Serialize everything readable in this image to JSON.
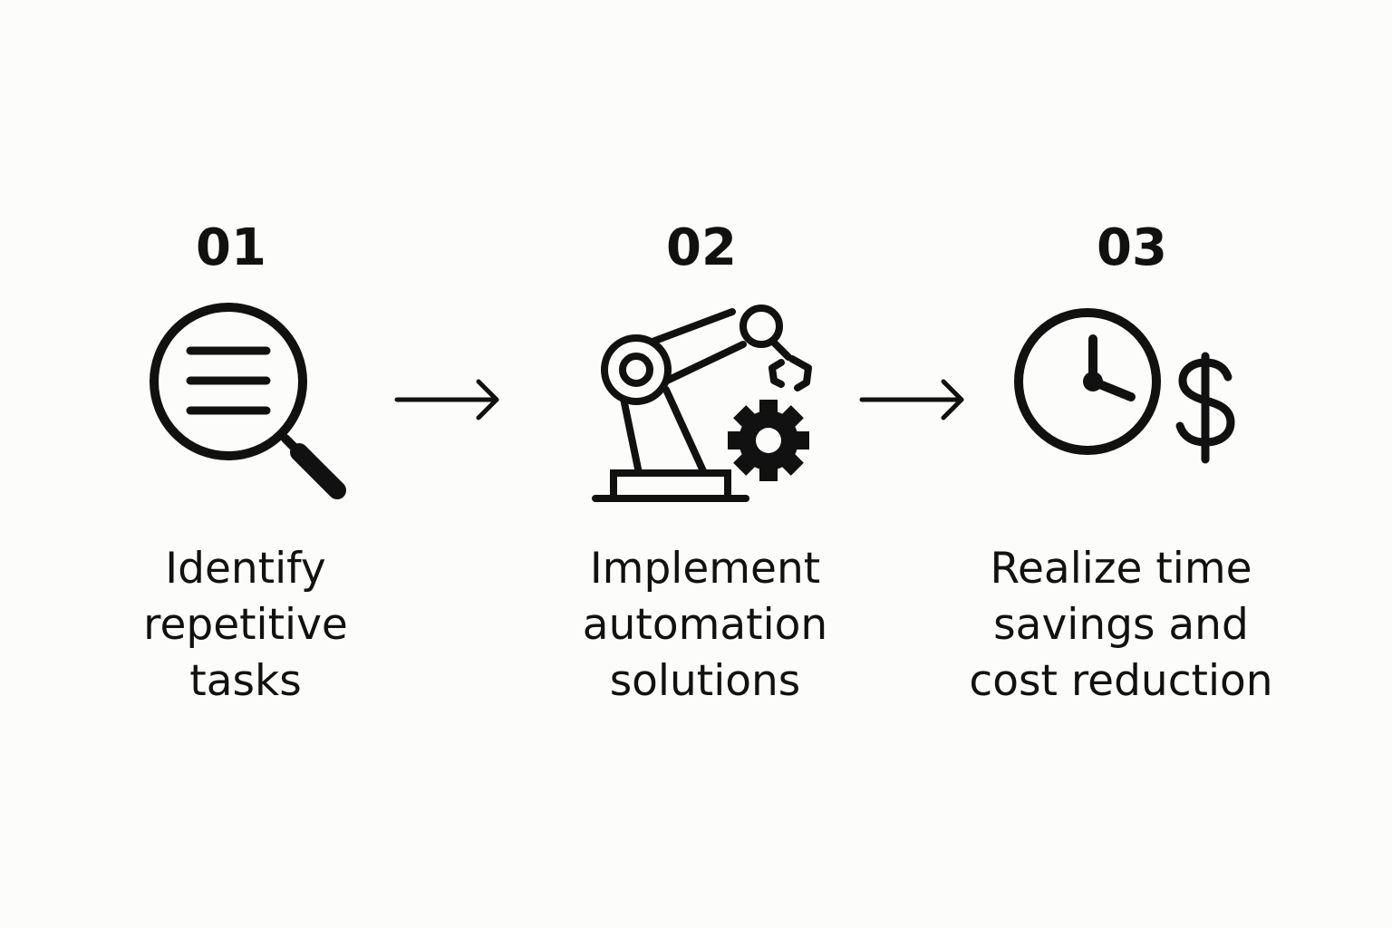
{
  "diagram": {
    "steps": [
      {
        "number": "01",
        "label": "Identify\nrepetitive\ntasks",
        "icon": "magnifying-glass-document-icon"
      },
      {
        "number": "02",
        "label": "Implement\nautomation\nsolutions",
        "icon": "robotic-arm-gear-icon"
      },
      {
        "number": "03",
        "label": "Realize time\nsavings and\ncost reduction",
        "icon": "clock-dollar-icon"
      }
    ],
    "connectors": [
      {
        "icon": "arrow-right-icon"
      },
      {
        "icon": "arrow-right-icon"
      }
    ],
    "colors": {
      "background": "#fcfcfa",
      "foreground": "#111111"
    }
  }
}
